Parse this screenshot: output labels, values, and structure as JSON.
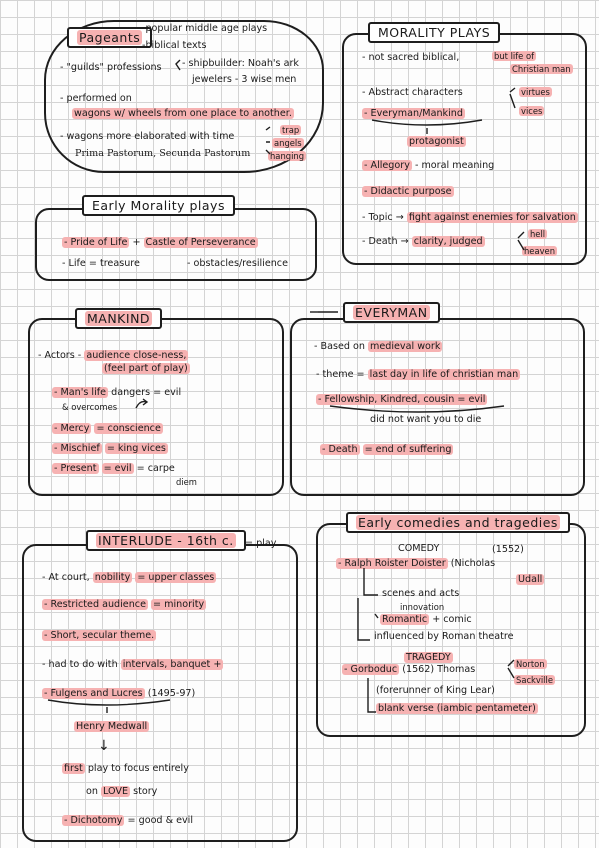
{
  "pageants": {
    "title": "Pageants",
    "l1": "popular middle age plays",
    "l2": "biblical texts",
    "l3a": "- \"guilds\" professions",
    "l3b": "- shipbuilder: Noah's ark",
    "l3c": "jewelers - 3 wise men",
    "l4a": "- performed on",
    "l4b": "wagons w/ wheels from one place to another.",
    "l5": "- wagons more elaborated with time",
    "l5b": "trap",
    "l5c": "angels",
    "l5d": "hanging",
    "l6": "Prima Pastorum, Secunda Pastorum"
  },
  "morality": {
    "title": "MORALITY PLAYS",
    "l1a": "- not sacred biblical,",
    "l1b": "but life of",
    "l1c": "Christian man",
    "l2": "- Abstract characters",
    "l2v": "virtues",
    "l2w": "vices",
    "l3": "- Everyman/Mankind",
    "l3p": "protagonist",
    "l4a": "- Allegory",
    "l4b": "- moral meaning",
    "l5": "- Didactic purpose",
    "l6a": "- Topic",
    "l6b": "fight against enemies for salvation",
    "l7a": "- Death",
    "l7b": "clarity, judged",
    "l7c": "hell",
    "l7d": "heaven",
    "arrow": "→"
  },
  "early": {
    "title": "Early Morality plays",
    "l1a": "- Pride of Life",
    "l1b": "+",
    "l1c": "Castle of Perseverance",
    "l2a": "- Life = treasure",
    "l2b": "- obstacles/resilience"
  },
  "mankind": {
    "title": "MANKIND",
    "l1a": "- Actors -",
    "l1b": "audience close-ness,",
    "l1c": "(feel part of play)",
    "l2a": "- Man's life",
    "l2b": "dangers = evil",
    "l2c": "& overcomes",
    "l3a": "- Mercy",
    "l3b": "= conscience",
    "l4a": "- Mischief",
    "l4b": "= king vices",
    "l5a": "- Present",
    "l5b": "= evil",
    "l5c": "= carpe",
    "l5d": "diem"
  },
  "everyman": {
    "title": "EVERYMAN",
    "l1a": "- Based on",
    "l1b": "medieval work",
    "l2a": "- theme =",
    "l2b": "last day in life of christian man",
    "l3": "- Fellowship, Kindred, cousin = evil",
    "l3b": "did not want you to die",
    "l4a": "- Death",
    "l4b": "= end of suffering"
  },
  "interlude": {
    "title": "INTERLUDE - 16th c.",
    "play": "= play",
    "l1a": "- At court,",
    "l1b": "nobility",
    "l1c": "= upper classes",
    "l2a": "- Restricted audience",
    "l2b": "= minority",
    "l3": "- Short, secular theme.",
    "l4a": "- had to do with",
    "l4b": "intervals, banquet +",
    "l5a": "- Fulgens and Lucres",
    "l5b": "(1495-97)",
    "l6": "Henry Medwall",
    "arrow": "↓",
    "l7a": "first",
    "l7b": "play to focus entirely",
    "l8a": "on",
    "l8b": "LOVE",
    "l8c": "story",
    "l9a": "- Dichotomy",
    "l9b": "= good & evil"
  },
  "comedies": {
    "title": "Early comedies and tragedies",
    "comedy": "COMEDY",
    "y1": "(1552)",
    "l1a": "- Ralph Roister Doister",
    "l1b": "(Nicholas",
    "l1c": "Udall",
    "l2a": "scenes and acts",
    "l2b": "innovation",
    "l3a": "Romantic",
    "l3b": "+ comic",
    "l4": "influenced by Roman theatre",
    "tragedy": "TRAGEDY",
    "l5a": "- Gorboduc",
    "l5b": "(1562) Thomas",
    "l5c": "Norton",
    "l5d": "Sackville",
    "l6": "(forerunner of King Lear)",
    "l7": "blank verse (iambic pentameter)"
  }
}
